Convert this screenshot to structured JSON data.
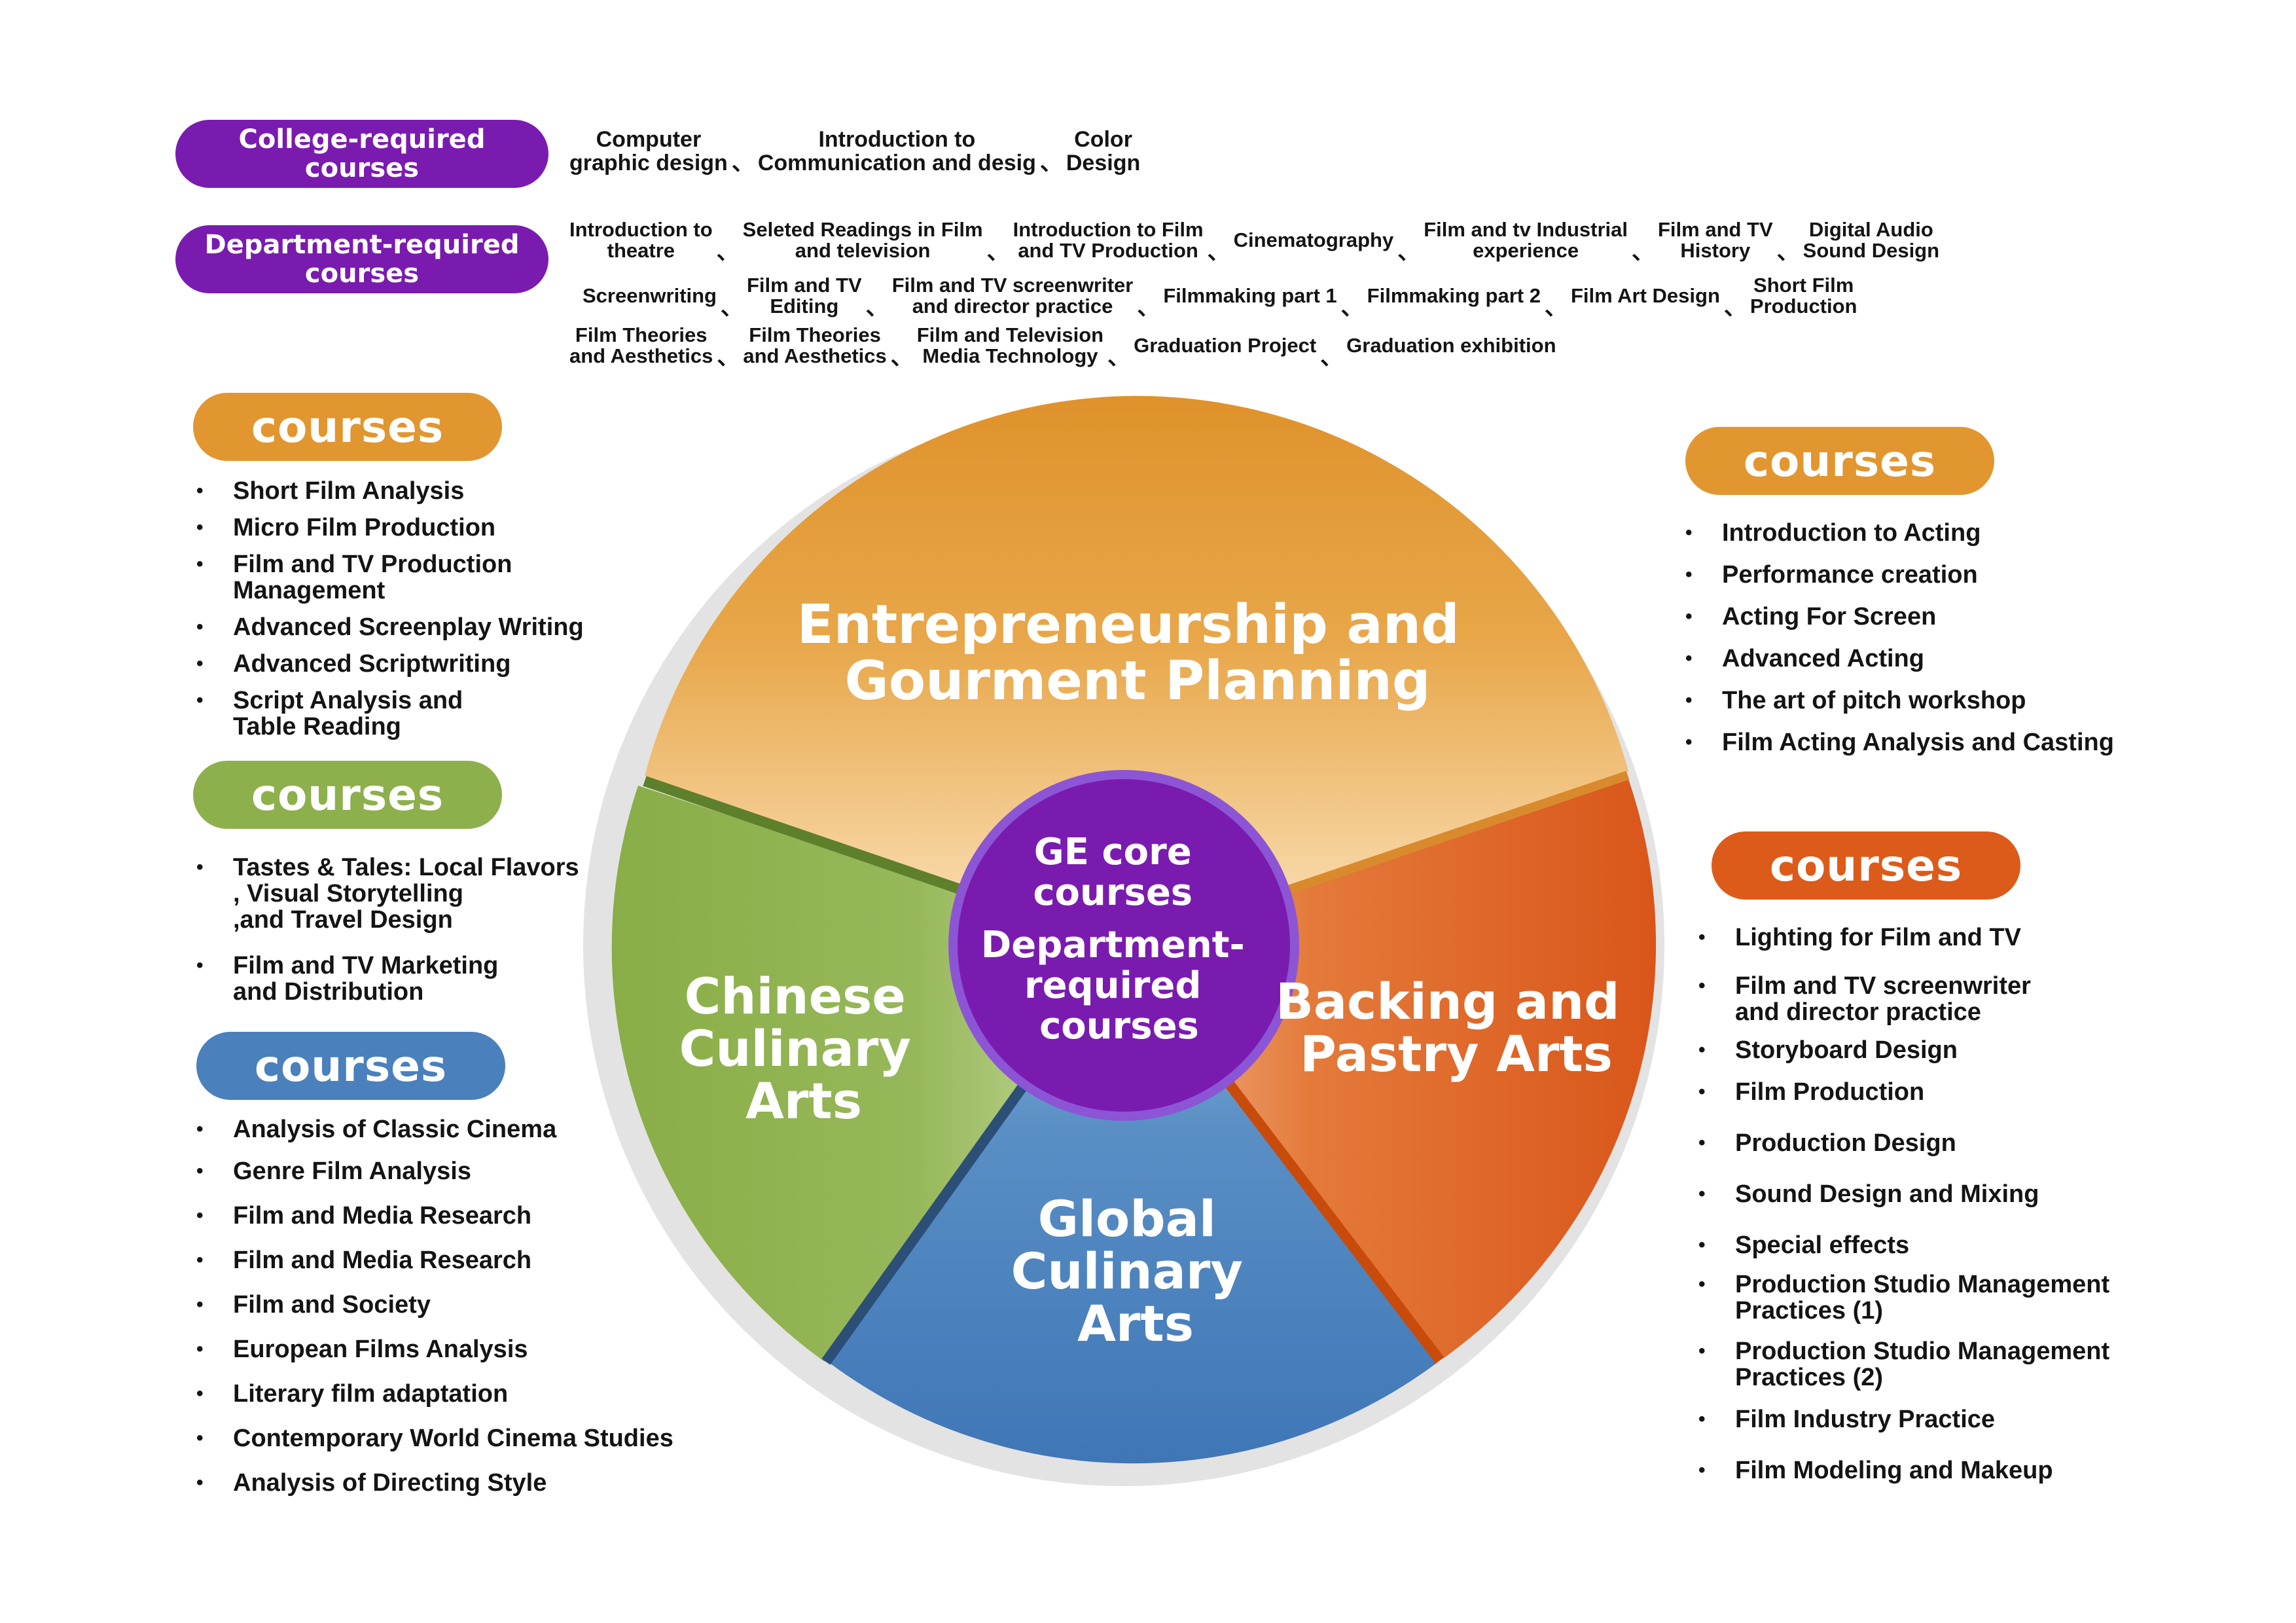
{
  "college_required": {
    "label": "College-required\ncourses",
    "items": [
      "Computer\ngraphic design",
      "Introduction to\nCommunication and desig",
      "Color\nDesign"
    ],
    "separator": "、"
  },
  "department_required": {
    "label": "Department-required\ncourses",
    "row1": [
      "Introduction to\ntheatre",
      "Seleted Readings in Film\nand television",
      "Introduction to Film\nand TV Production",
      "Cinematography",
      "Film and tv Industrial\nexperience",
      "Film and TV\nHistory",
      "Digital Audio\nSound Design"
    ],
    "row2": [
      "Screenwriting",
      "Film and TV\nEditing",
      "Film and TV screenwriter\nand director practice",
      "Filmmaking part 1",
      "Filmmaking part 2",
      "Film Art Design",
      "Short Film\nProduction"
    ],
    "row3": [
      "Film Theories\nand Aesthetics",
      "Film Theories\nand Aesthetics",
      "Film and Television\nMedia Technology",
      "Graduation Project",
      "Graduation exhibition"
    ],
    "separator": "、"
  },
  "colors": {
    "purple": "#7a1bb0",
    "orange": "#e2962f",
    "green": "#8db04c",
    "blue": "#4a80bb",
    "red_orange": "#dc5b1a"
  },
  "panels": {
    "orange_left": {
      "label": "courses",
      "items": [
        "Short Film Analysis",
        "Micro Film Production",
        "Film and TV Production\nManagement",
        "Advanced Screenplay Writing",
        "Advanced Scriptwriting",
        "Script Analysis and\nTable Reading"
      ]
    },
    "green_left": {
      "label": "courses",
      "items": [
        "Tastes & Tales: Local Flavors\n, Visual Storytelling\n,and Travel Design",
        "Film and TV Marketing\nand Distribution"
      ]
    },
    "blue_left": {
      "label": "courses",
      "items": [
        "Analysis of Classic Cinema",
        "Genre Film Analysis",
        "Film and Media Research",
        "Film and Media Research",
        "Film and Society",
        "European Films Analysis",
        "Literary film adaptation",
        "Contemporary World Cinema Studies",
        "Analysis of Directing Style"
      ]
    },
    "orange_right": {
      "label": "courses",
      "items": [
        "Introduction to Acting",
        "Performance creation",
        "Acting For Screen",
        "Advanced Acting",
        "The art of pitch workshop",
        "Film Acting Analysis and Casting"
      ]
    },
    "red_right": {
      "label": "courses",
      "items": [
        "Lighting for Film and TV",
        "Film and TV screenwriter\nand director practice",
        "Storyboard Design",
        "Film Production",
        "Production Design",
        "Sound Design and Mixing",
        "Special effects",
        "Production Studio Management\nPractices (1)",
        "Production Studio Management\nPractices (2)",
        "Film Industry Practice",
        "Film Modeling and Makeup"
      ]
    }
  },
  "wheel": {
    "top": [
      "Entrepreneurship and",
      "Gourment Planning"
    ],
    "left": [
      "Chinese",
      "Culinary",
      "Arts"
    ],
    "right": [
      "Backing and",
      "Pastry Arts"
    ],
    "bottom": [
      "Global",
      "Culinary",
      "Arts"
    ],
    "center_line1": "GE core",
    "center_line2": "courses",
    "center_line3": "Department-",
    "center_line4": "required",
    "center_line5": "courses"
  }
}
